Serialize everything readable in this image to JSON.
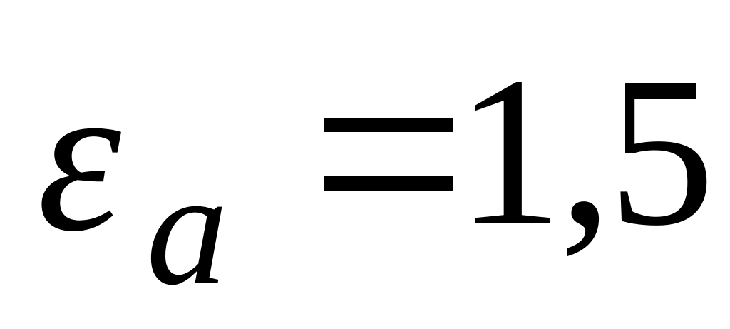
{
  "formula": {
    "symbol": "ε",
    "subscript": "a",
    "operator": "=",
    "value": "1,5"
  }
}
